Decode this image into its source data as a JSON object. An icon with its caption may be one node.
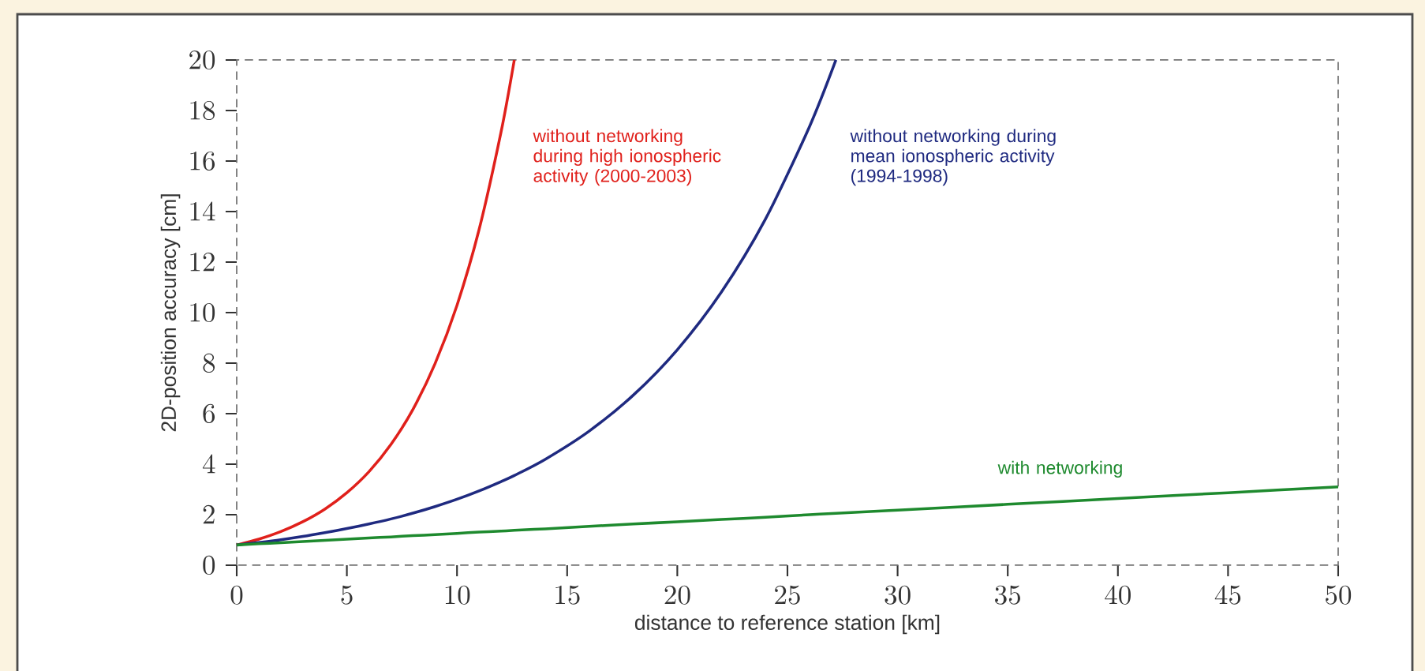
{
  "diagram": {
    "chart_data": {
      "type": "line",
      "xlabel": "distance to reference station  [km]",
      "ylabel": "2D-position accuracy  [cm]",
      "x": [
        0,
        1,
        2,
        3,
        4,
        5,
        6,
        7,
        8,
        9,
        10,
        11,
        12,
        12.6,
        14,
        16,
        18,
        20,
        22,
        24,
        26,
        27.2,
        30,
        35,
        40,
        45,
        50
      ],
      "series": [
        {
          "name": "without networking during high ionospheric activity (2000-2003)",
          "color": "#e0201b",
          "values": [
            0.8,
            1.03,
            1.33,
            1.72,
            2.22,
            2.87,
            3.7,
            4.78,
            6.17,
            7.97,
            10.29,
            13.28,
            17.15,
            20,
            null,
            null,
            null,
            null,
            null,
            null,
            null,
            null,
            null,
            null,
            null,
            null,
            null
          ]
        },
        {
          "name": "without networking during mean ionospheric activity (1994-1998)",
          "color": "#1f2a80",
          "values": [
            0.8,
            0.9,
            1.01,
            1.14,
            1.29,
            1.45,
            1.63,
            1.83,
            2.06,
            2.32,
            2.61,
            2.94,
            3.31,
            3.55,
            4.19,
            5.31,
            6.73,
            8.53,
            10.81,
            13.7,
            17.36,
            20,
            null,
            null,
            null,
            null,
            null
          ]
        },
        {
          "name": "with networking",
          "color": "#1e8a2e",
          "values": [
            0.8,
            0.85,
            0.89,
            0.94,
            0.98,
            1.03,
            1.08,
            1.12,
            1.17,
            1.21,
            1.26,
            1.31,
            1.35,
            1.38,
            1.44,
            1.54,
            1.63,
            1.72,
            1.81,
            1.9,
            2.0,
            2.05,
            2.18,
            2.41,
            2.64,
            2.87,
            3.1
          ]
        }
      ],
      "xlim": [
        0,
        50
      ],
      "ylim": [
        0,
        20
      ],
      "xticks": [
        0,
        5,
        10,
        15,
        20,
        25,
        30,
        35,
        40,
        45,
        50
      ],
      "yticks": [
        0,
        2,
        4,
        6,
        8,
        10,
        12,
        14,
        16,
        18,
        20
      ]
    }
  }
}
